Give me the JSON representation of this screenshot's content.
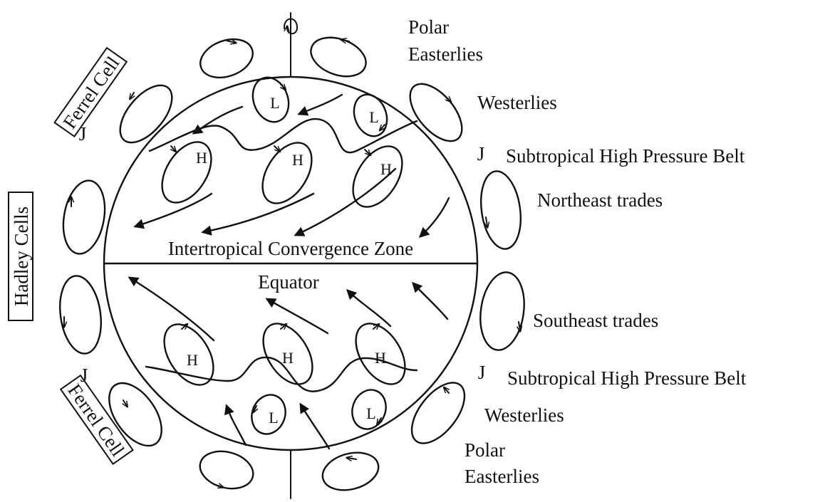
{
  "labels": {
    "polar_easterlies_top_1": "Polar",
    "polar_easterlies_top_2": "Easterlies",
    "westerlies_top": "Westerlies",
    "j_top_right": "J",
    "subtropical_high_top": "Subtropical High Pressure Belt",
    "northeast_trades": "Northeast trades",
    "southeast_trades": "Southeast trades",
    "j_bottom_right": "J",
    "subtropical_high_bottom": "Subtropical High Pressure Belt",
    "westerlies_bottom": "Westerlies",
    "polar_easterlies_bottom_1": "Polar",
    "polar_easterlies_bottom_2": "Easterlies",
    "j_top_left": "J",
    "j_bottom_left": "J",
    "ferrel_cell_top": "Ferrel Cell",
    "hadley_cells": "Hadley Cells",
    "ferrel_cell_bottom": "Ferrel Cell",
    "itcz": "Intertropical Convergence Zone",
    "equator": "Equator"
  },
  "pressure_marks": {
    "north_high": [
      "H",
      "H",
      "H"
    ],
    "north_low": [
      "L",
      "L"
    ],
    "south_high": [
      "H",
      "H",
      "H"
    ],
    "south_low": [
      "L",
      "L"
    ]
  },
  "colors": {
    "ink": "#111111",
    "background": "#ffffff"
  }
}
